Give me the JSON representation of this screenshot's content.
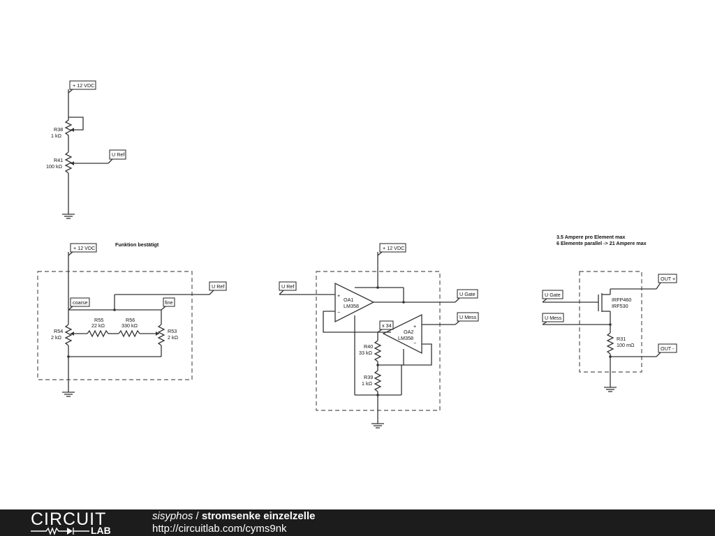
{
  "tags": {
    "vdc_1": "+ 12 VDC",
    "uref_1": "U Ref",
    "vdc_2": "+ 12 VDC",
    "uref_2": "U Ref",
    "coarse": "coarse",
    "fine": "fine",
    "vdc_3": "+ 12 VDC",
    "uref_3": "U Ref",
    "ugate_1": "U Gate",
    "umess_1": "U Mess",
    "x34": "x 34",
    "ugate_2": "U Gate",
    "umess_2": "U Mess",
    "out_plus": "OUT +",
    "out_minus": "OUT -"
  },
  "components": {
    "r38_name": "R38",
    "r38_val": "1 kΩ",
    "r41_name": "R41",
    "r41_val": "100 kΩ",
    "r54_name": "R54",
    "r54_val": "2 kΩ",
    "r55_name": "R55",
    "r55_val": "22 kΩ",
    "r56_name": "R56",
    "r56_val": "330 kΩ",
    "r53_name": "R53",
    "r53_val": "2 kΩ",
    "oa1_name": "OA1",
    "oa1_val": "LM358",
    "oa2_name": "OA2",
    "oa2_val": "LM358",
    "r40_name": "R40",
    "r40_val": "33 kΩ",
    "r39_name": "R39",
    "r39_val": "1 kΩ",
    "q_name": "IRFP460",
    "q_val": "IRF530",
    "r31_name": "R31",
    "r31_val": "100 mΩ"
  },
  "notes": {
    "funktion": "Funktion bestätigt",
    "ampere_1": "3.5 Ampere pro Element max",
    "ampere_2": "6 Elemente parallel -> 21 Ampere max"
  },
  "footer": {
    "logo_top": "CIRCUIT",
    "logo_bottom": "LAB",
    "user": "sisyphos",
    "separator": " / ",
    "name": "stromsenke einzelzelle",
    "url": "http://circuitlab.com/cyms9nk"
  }
}
